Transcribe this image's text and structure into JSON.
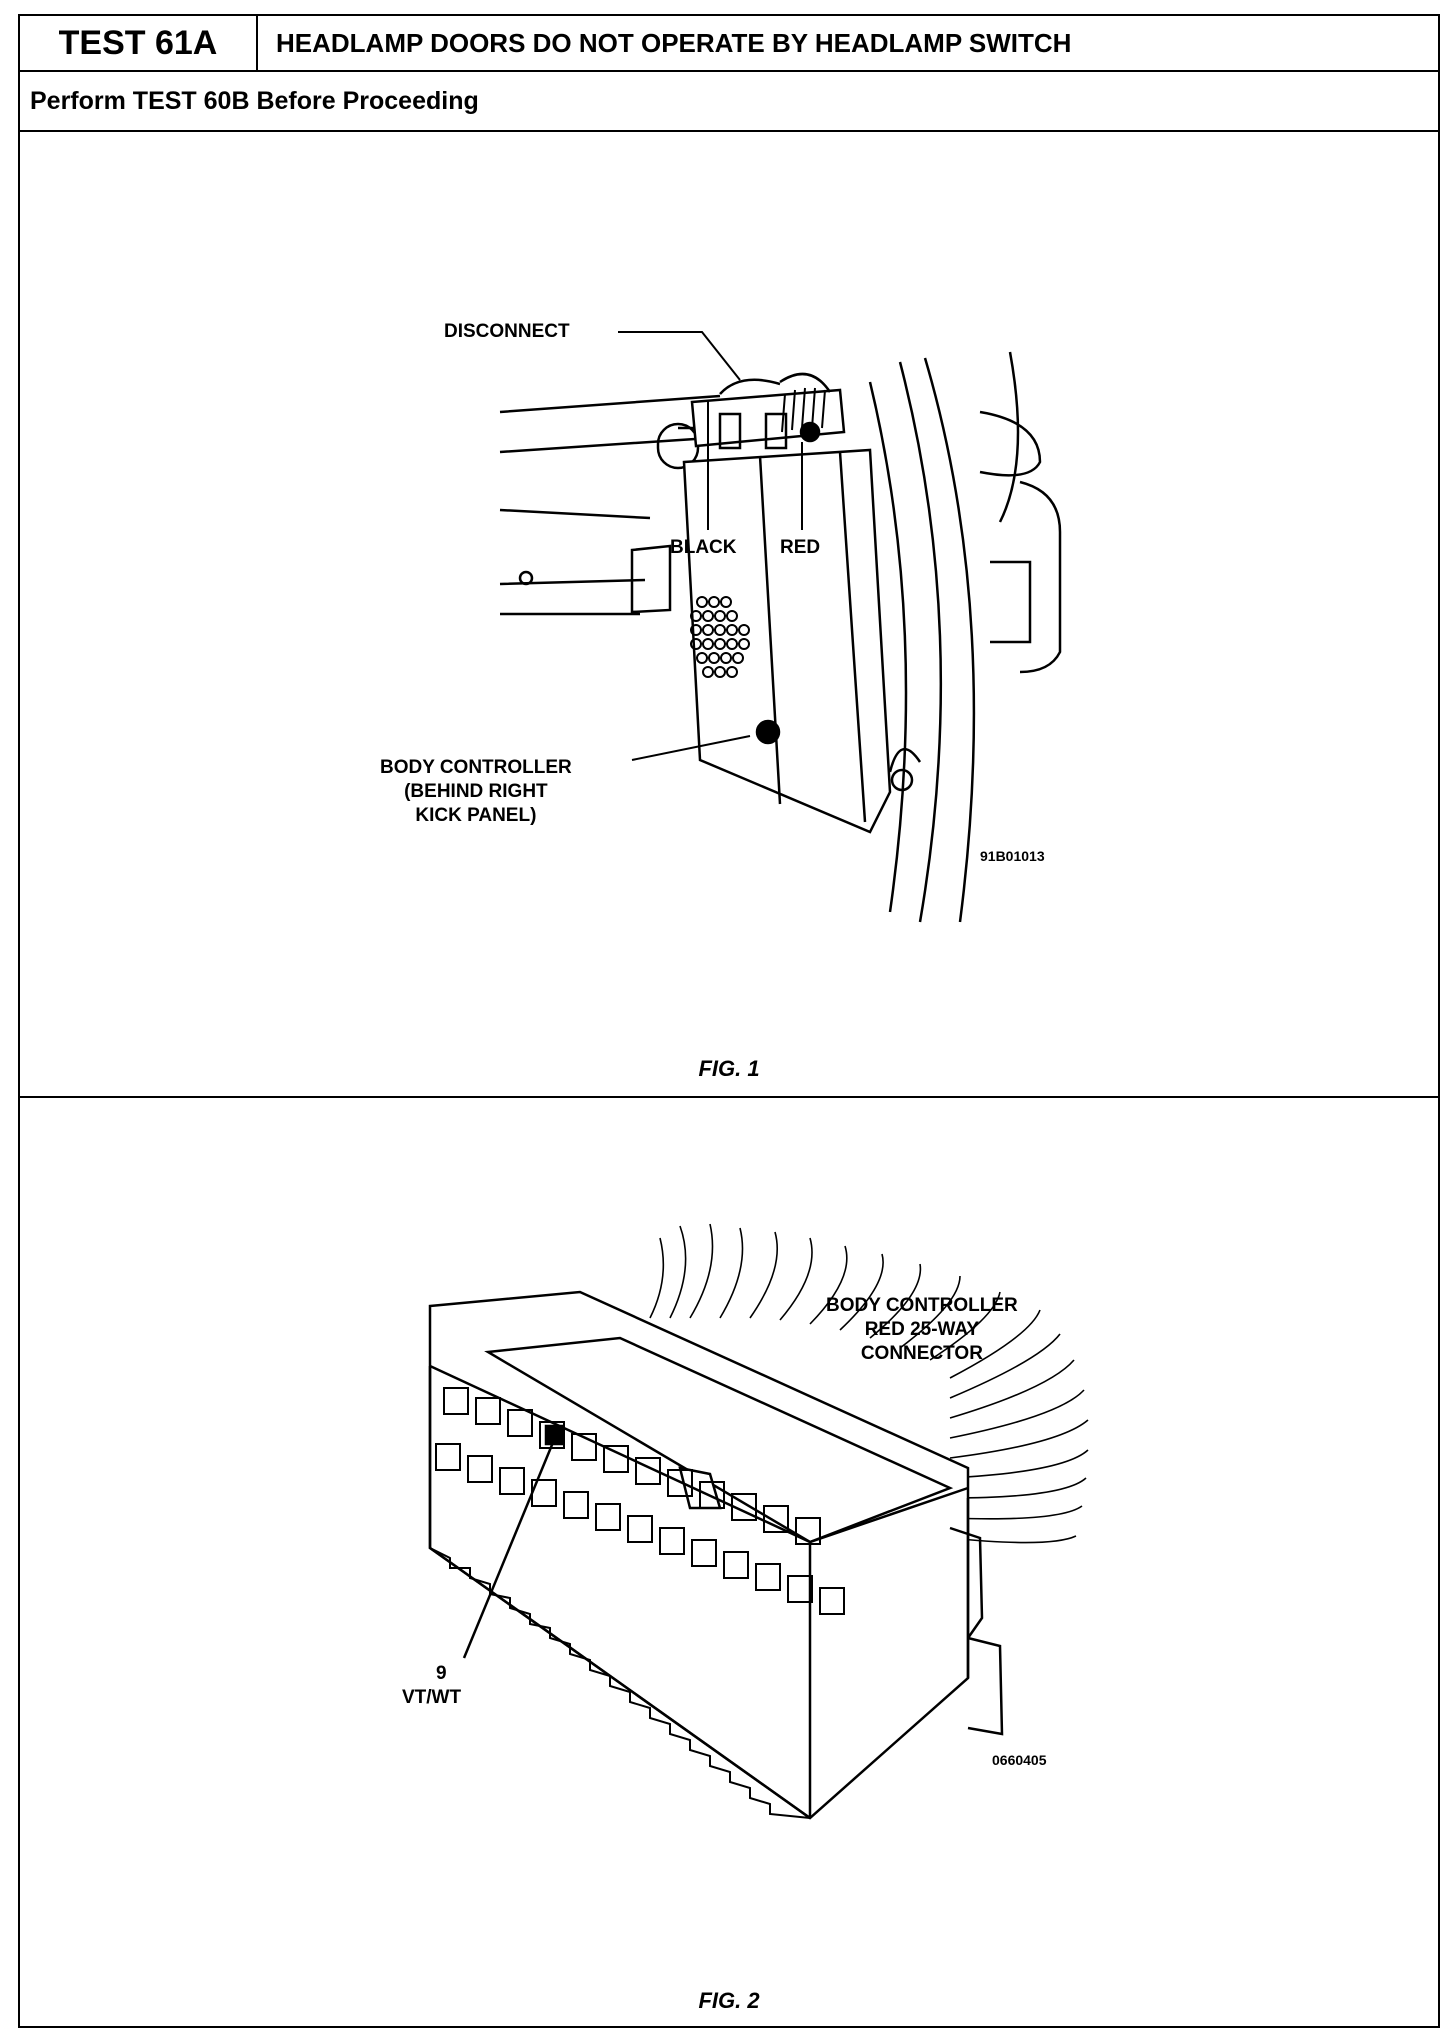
{
  "header": {
    "test_id": "TEST 61A",
    "title": "HEADLAMP DOORS DO NOT OPERATE BY HEADLAMP SWITCH",
    "prerequisite": "Perform TEST 60B Before Proceeding"
  },
  "figure1": {
    "caption": "FIG. 1",
    "labels": {
      "disconnect": "DISCONNECT",
      "black": "BLACK",
      "red": "RED",
      "body_controller": "BODY CONTROLLER\n(BEHIND RIGHT\nKICK PANEL)"
    },
    "code": "91B01013"
  },
  "figure2": {
    "caption": "FIG. 2",
    "labels": {
      "connector": "BODY CONTROLLER\nRED 25-WAY\nCONNECTOR",
      "pin_number": "9",
      "pin_color": "VT/WT"
    },
    "code": "0660405"
  }
}
